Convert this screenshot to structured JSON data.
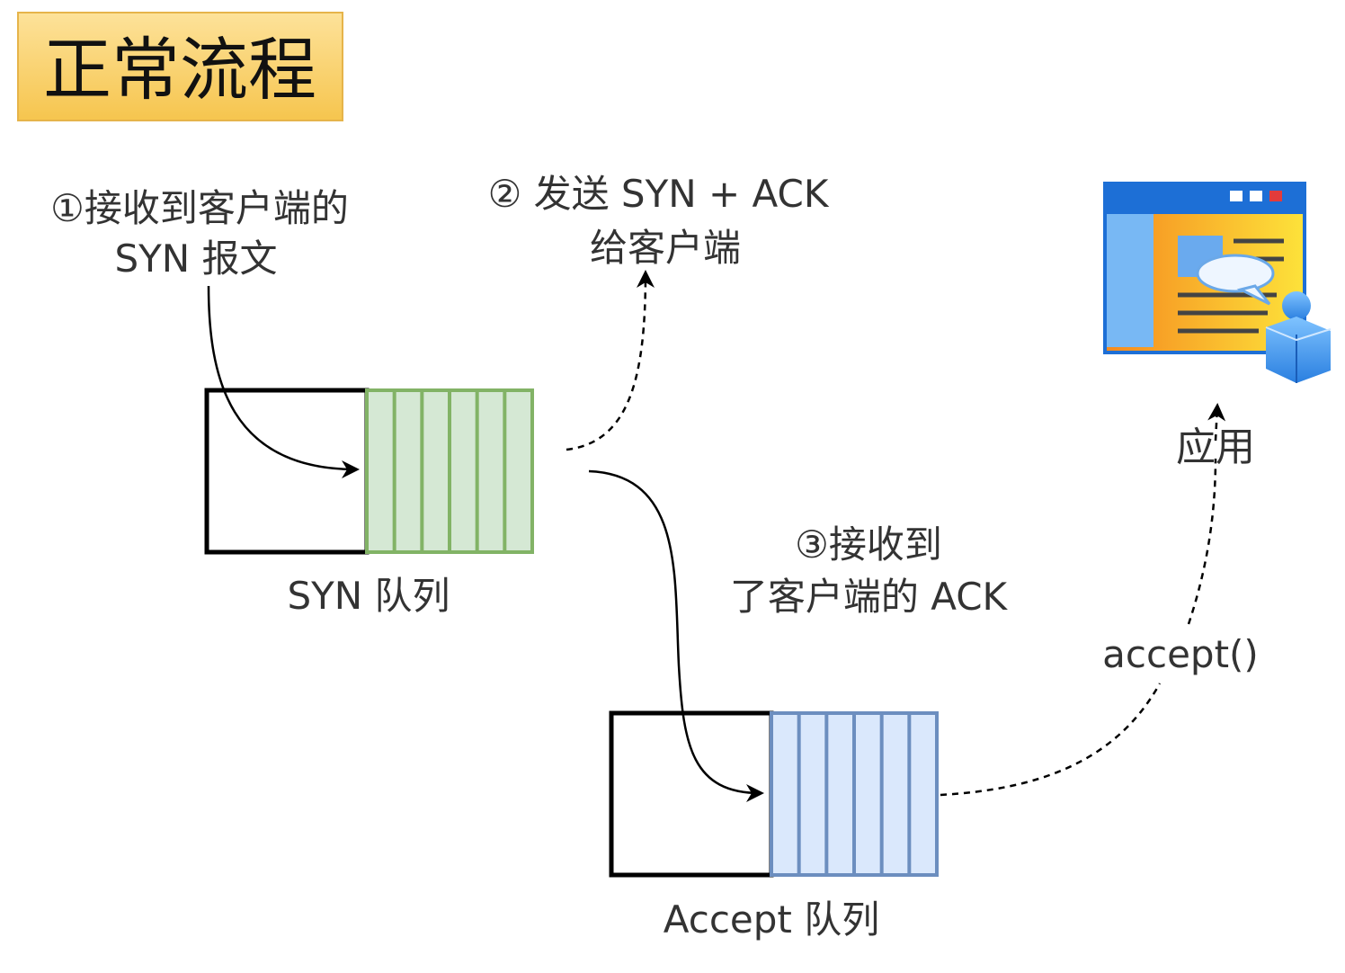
{
  "title": "正常流程",
  "step1": {
    "line1": "①接收到客户端的",
    "line2": "SYN 报文"
  },
  "step2": {
    "line1": "② 发送 SYN + ACK",
    "line2": "给客户端"
  },
  "step3": {
    "line1": "③接收到",
    "line2": "了客户端的 ACK"
  },
  "syn_queue": {
    "label": "SYN 队列",
    "slots": 6
  },
  "accept_queue": {
    "label": "Accept 队列",
    "slots": 6
  },
  "app": {
    "label": "应用",
    "icon": "application-window-icon"
  },
  "accept_call": "accept()",
  "colors": {
    "title_bg": "#fbd35c",
    "title_border": "#e6b44a",
    "syn_fill": "#d5e8d4",
    "syn_stroke": "#82b366",
    "accept_fill": "#dae8fc",
    "accept_stroke": "#6c8ebf",
    "text": "#333333"
  }
}
